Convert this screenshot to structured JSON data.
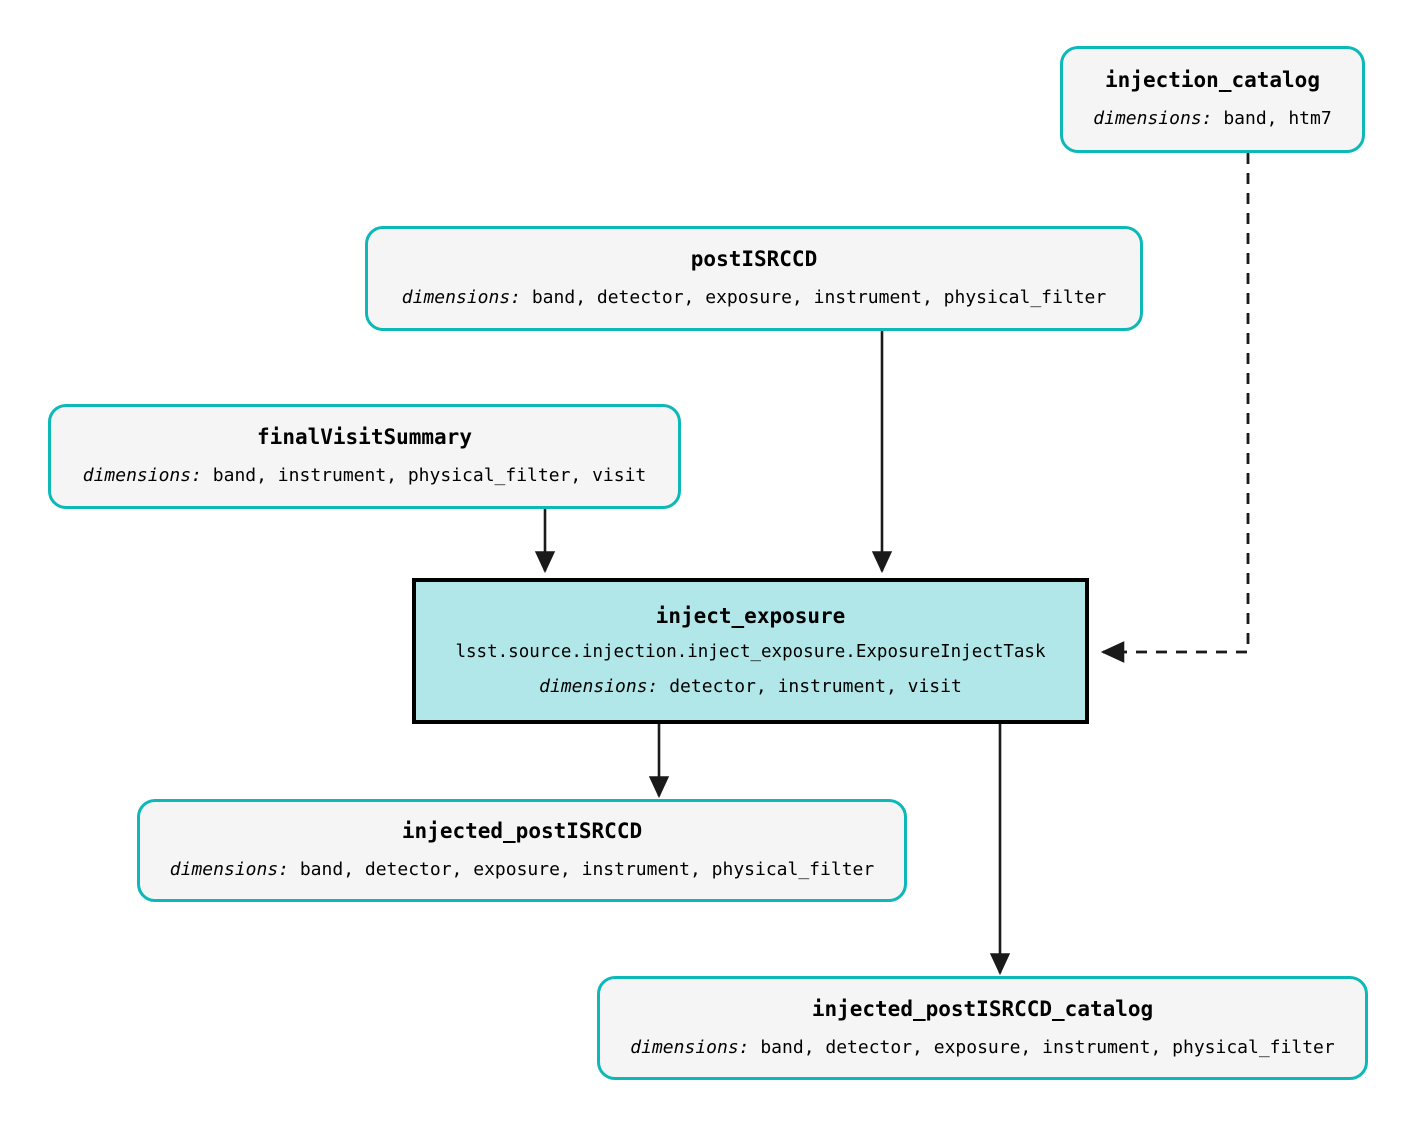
{
  "diagram": {
    "type": "pipeline-dag",
    "dimensions_label": "dimensions:",
    "nodes": [
      {
        "id": "injection_catalog",
        "kind": "dataset",
        "title": "injection_catalog",
        "dimensions": "band, htm7"
      },
      {
        "id": "postISRCCD",
        "kind": "dataset",
        "title": "postISRCCD",
        "dimensions": "band, detector, exposure, instrument, physical_filter"
      },
      {
        "id": "finalVisitSummary",
        "kind": "dataset",
        "title": "finalVisitSummary",
        "dimensions": "band, instrument, physical_filter, visit"
      },
      {
        "id": "inject_exposure",
        "kind": "task",
        "title": "inject_exposure",
        "class_path": "lsst.source.injection.inject_exposure.ExposureInjectTask",
        "dimensions": "detector, instrument, visit"
      },
      {
        "id": "injected_postISRCCD",
        "kind": "dataset",
        "title": "injected_postISRCCD",
        "dimensions": "band, detector, exposure, instrument, physical_filter"
      },
      {
        "id": "injected_postISRCCD_catalog",
        "kind": "dataset",
        "title": "injected_postISRCCD_catalog",
        "dimensions": "band, detector, exposure, instrument, physical_filter"
      }
    ],
    "edges": [
      {
        "from": "postISRCCD",
        "to": "inject_exposure",
        "style": "solid"
      },
      {
        "from": "finalVisitSummary",
        "to": "inject_exposure",
        "style": "solid"
      },
      {
        "from": "injection_catalog",
        "to": "inject_exposure",
        "style": "dashed"
      },
      {
        "from": "inject_exposure",
        "to": "injected_postISRCCD",
        "style": "solid"
      },
      {
        "from": "inject_exposure",
        "to": "injected_postISRCCD_catalog",
        "style": "solid"
      }
    ],
    "colors": {
      "dataset_border": "#0cb8b8",
      "dataset_fill": "#f5f5f5",
      "task_border": "#000000",
      "task_fill": "#b1e7e8",
      "edge": "#1a1a1a",
      "background": "#ffffff"
    }
  }
}
